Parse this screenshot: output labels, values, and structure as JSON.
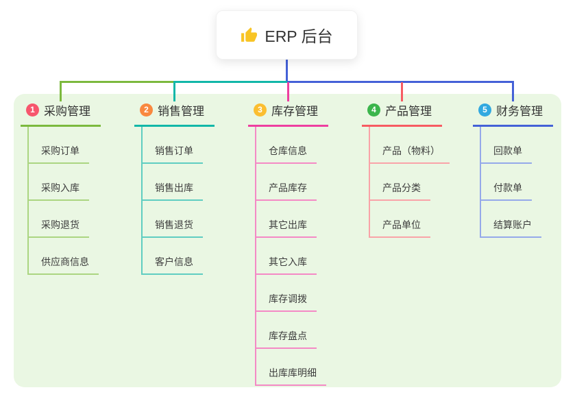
{
  "root": {
    "icon": "thumbs-up",
    "label": "ERP 后台"
  },
  "colors": {
    "page_bg": "#ffffff",
    "panel_bg": "#eaf7e3",
    "root_line": "#4461d7",
    "thumb_yellow": "#f8c425"
  },
  "branches": [
    {
      "number": "1",
      "label": "采购管理",
      "badge_color": "#f7566d",
      "line_color": "#7cb93e",
      "item_line_color": "#abd581",
      "items": [
        "采购订单",
        "采购入库",
        "采购退货",
        "供应商信息"
      ]
    },
    {
      "number": "2",
      "label": "销售管理",
      "badge_color": "#f9883f",
      "line_color": "#12b7a8",
      "item_line_color": "#5fcdc1",
      "items": [
        "销售订单",
        "销售出库",
        "销售退货",
        "客户信息"
      ]
    },
    {
      "number": "3",
      "label": "库存管理",
      "badge_color": "#fbbe30",
      "line_color": "#ee3fa0",
      "item_line_color": "#f489c5",
      "items": [
        "仓库信息",
        "产品库存",
        "其它出库",
        "其它入库",
        "库存调拨",
        "库存盘点",
        "出库库明细"
      ]
    },
    {
      "number": "4",
      "label": "产品管理",
      "badge_color": "#3bb54c",
      "line_color": "#f75b62",
      "item_line_color": "#f9a3a8",
      "items": [
        "产品（物料）",
        "产品分类",
        "产品单位"
      ]
    },
    {
      "number": "5",
      "label": "财务管理",
      "badge_color": "#32a9e0",
      "line_color": "#4461d7",
      "item_line_color": "#95a9ea",
      "items": [
        "回款单",
        "付款单",
        "结算账户"
      ]
    }
  ]
}
